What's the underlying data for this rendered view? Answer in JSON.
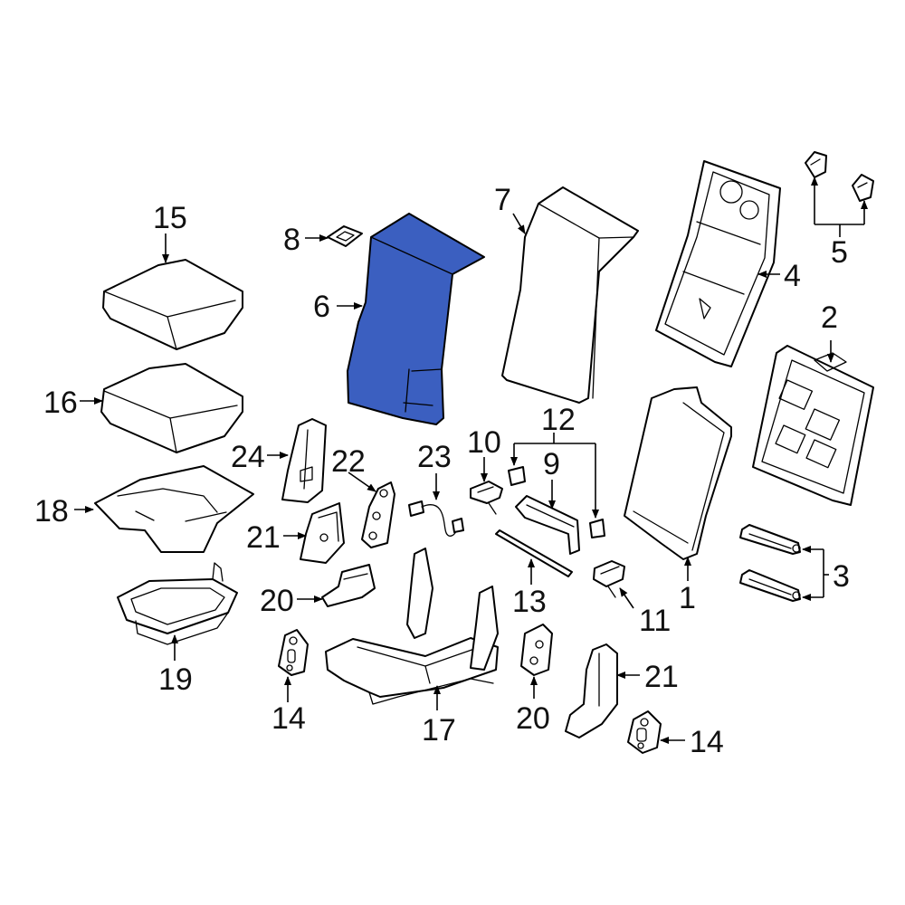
{
  "diagram": {
    "highlight_color": "#3b5fc0",
    "outline_color": "#000000",
    "highlighted_part": "6",
    "callouts": [
      "1",
      "2",
      "3",
      "4",
      "5",
      "6",
      "7",
      "8",
      "9",
      "10",
      "11",
      "12",
      "13",
      "14",
      "14",
      "15",
      "16",
      "17",
      "18",
      "19",
      "20",
      "20",
      "21",
      "21",
      "22",
      "23",
      "24"
    ]
  }
}
